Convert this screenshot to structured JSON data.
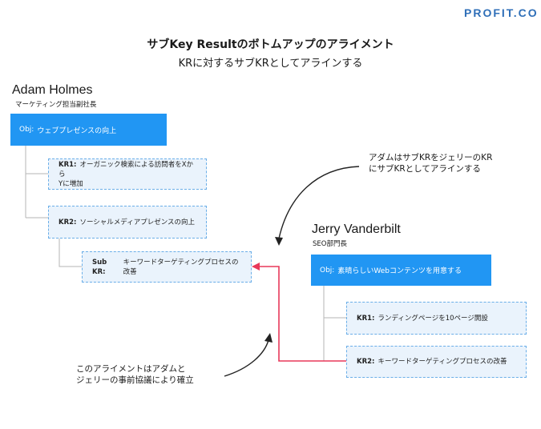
{
  "logo": "PROFIT.CO",
  "title": "サブKey Resultのボトムアップのアライメント",
  "subtitle": "KRに対するサブKRとしてアラインする",
  "adam": {
    "name": "Adam Holmes",
    "role": "マーケティング担当副社長",
    "obj_label": "Obj:",
    "obj_text": "ウェブプレゼンスの向上",
    "kr1_label": "KR1:",
    "kr1_text_line1": "オーガニック検索による訪問者をXから",
    "kr1_text_line2": "Yに増加",
    "kr2_label": "KR2:",
    "kr2_text": "ソーシャルメディアプレゼンスの向上",
    "subkr_label": "Sub KR:",
    "subkr_text": "キーワードターゲティングプロセスの改善"
  },
  "jerry": {
    "name": "Jerry Vanderbilt",
    "role": "SEO部門長",
    "obj_label": "Obj:",
    "obj_text": "素晴らしいWebコンテンツを用意する",
    "kr1_label": "KR1:",
    "kr1_text": "ランディングページを10ページ開設",
    "kr2_label": "KR2:",
    "kr2_text": "キーワードターゲティングプロセスの改善"
  },
  "note_top_line1": "アダムはサブKRをジェリーのKR",
  "note_top_line2": "にサブKRとしてアラインする",
  "note_bottom_line1": "このアライメントはアダムと",
  "note_bottom_line2": "ジェリーの事前協議により確立",
  "colors": {
    "obj_blue": "#2196f3",
    "kr_fill": "#eaf3fc",
    "kr_border": "#6aaee8",
    "alignment_arrow": "#e8385a",
    "logo": "#2f6fb8"
  }
}
